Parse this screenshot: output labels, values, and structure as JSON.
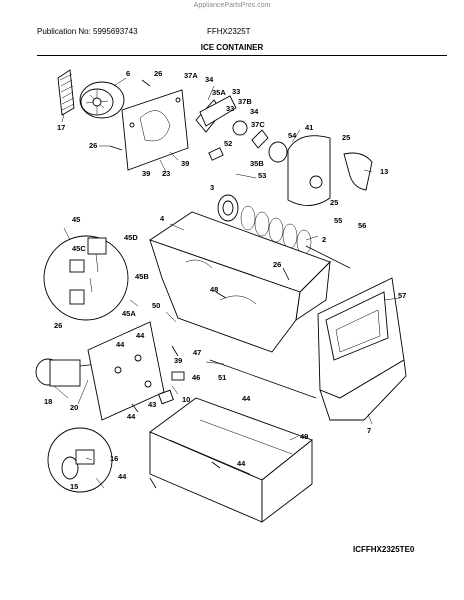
{
  "header": {
    "site": "AppliancePartsPros.com",
    "publication": "Publication No: 5995693743",
    "model": "FFHX2325T",
    "title": "ICE CONTAINER"
  },
  "footer": {
    "diagram_code": "ICFFHX2325TE0"
  },
  "parts": [
    "6",
    "26",
    "37A",
    "34",
    "33",
    "35A",
    "37B",
    "33",
    "34",
    "37C",
    "41",
    "25",
    "52",
    "54",
    "17",
    "26",
    "23",
    "39",
    "39",
    "35B",
    "53",
    "13",
    "3",
    "25",
    "55",
    "56",
    "45",
    "45D",
    "4",
    "2",
    "26",
    "57",
    "45C",
    "45B",
    "48",
    "26",
    "50",
    "45A",
    "39",
    "47",
    "44",
    "44",
    "51",
    "46",
    "7",
    "18",
    "20",
    "44",
    "43",
    "10",
    "44",
    "49",
    "44",
    "16",
    "44",
    "15"
  ]
}
